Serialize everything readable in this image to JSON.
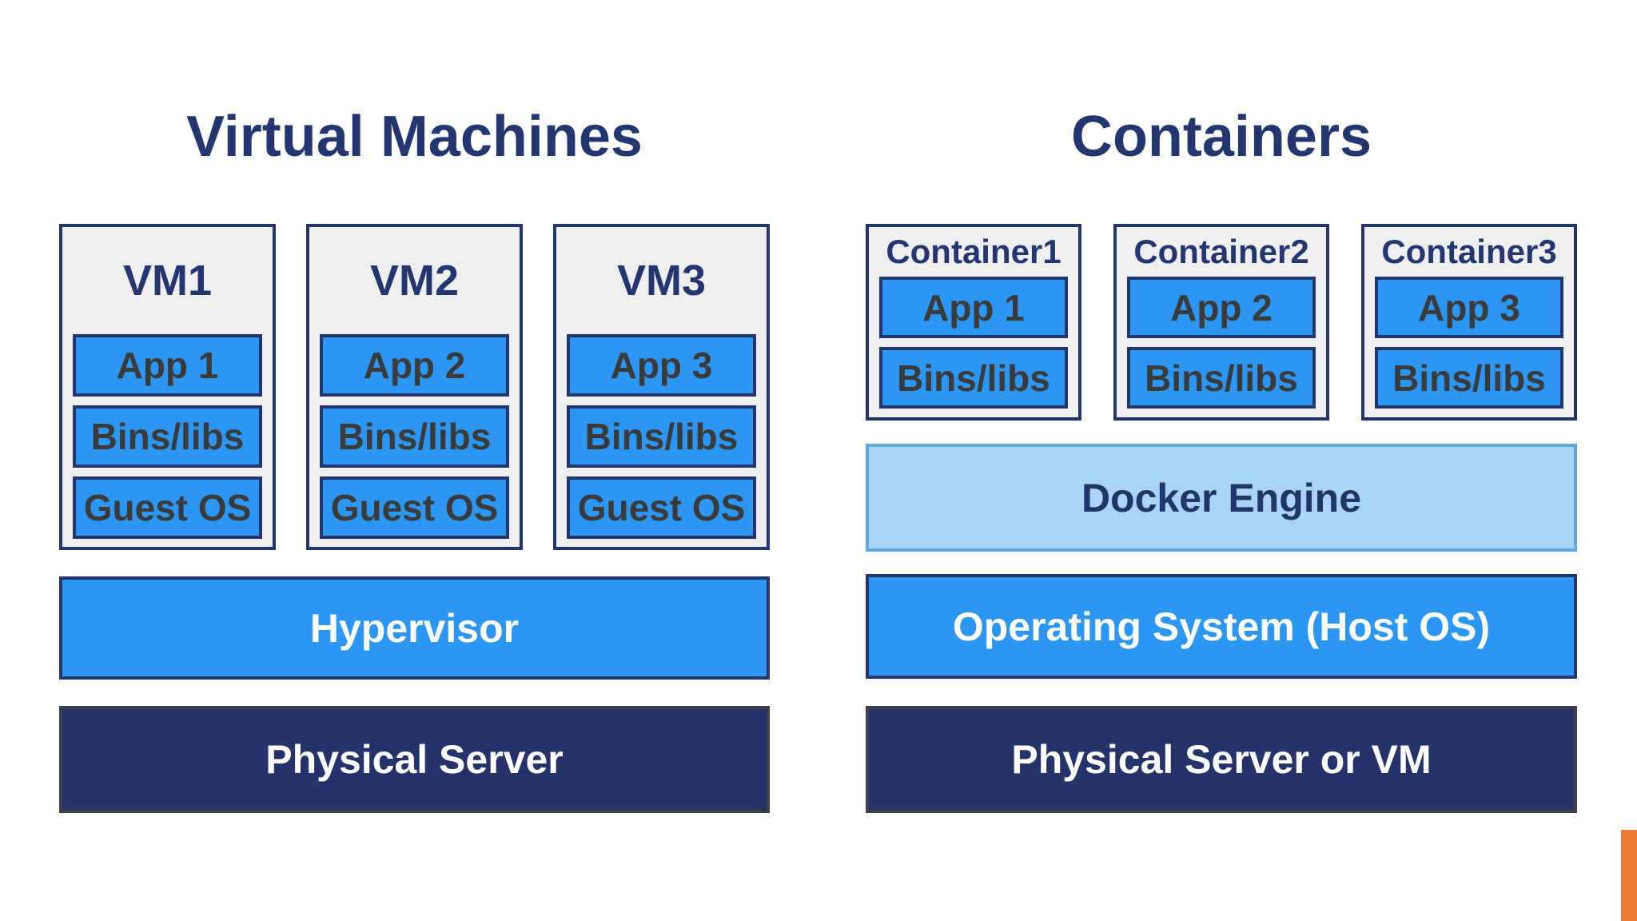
{
  "colors": {
    "background": "#ffffff",
    "title_navy": "#243670",
    "navy_bar_fill": "#26336b",
    "bright_blue_fill": "#2b97f3",
    "light_blue_fill": "#a9d4f7",
    "card_gray_fill": "#efeff0",
    "layer_text_charcoal": "#3a3a3a",
    "border_navy": "#24356b",
    "docker_border_blue": "#62a7de",
    "accent_orange": "#ed7d31"
  },
  "left": {
    "title": "Virtual Machines",
    "vms": [
      {
        "label": "VM1",
        "layers": [
          "App 1",
          "Bins/libs",
          "Guest OS"
        ]
      },
      {
        "label": "VM2",
        "layers": [
          "App 2",
          "Bins/libs",
          "Guest OS"
        ]
      },
      {
        "label": "VM3",
        "layers": [
          "App 3",
          "Bins/libs",
          "Guest OS"
        ]
      }
    ],
    "hypervisor_label": "Hypervisor",
    "physical_label": "Physical Server"
  },
  "right": {
    "title": "Containers",
    "containers": [
      {
        "label": "Container1",
        "layers": [
          "App 1",
          "Bins/libs"
        ]
      },
      {
        "label": "Container2",
        "layers": [
          "App 2",
          "Bins/libs"
        ]
      },
      {
        "label": "Container3",
        "layers": [
          "App 3",
          "Bins/libs"
        ]
      }
    ],
    "docker_label": "Docker Engine",
    "os_label": "Operating System (Host OS)",
    "physical_label": "Physical Server or VM"
  }
}
